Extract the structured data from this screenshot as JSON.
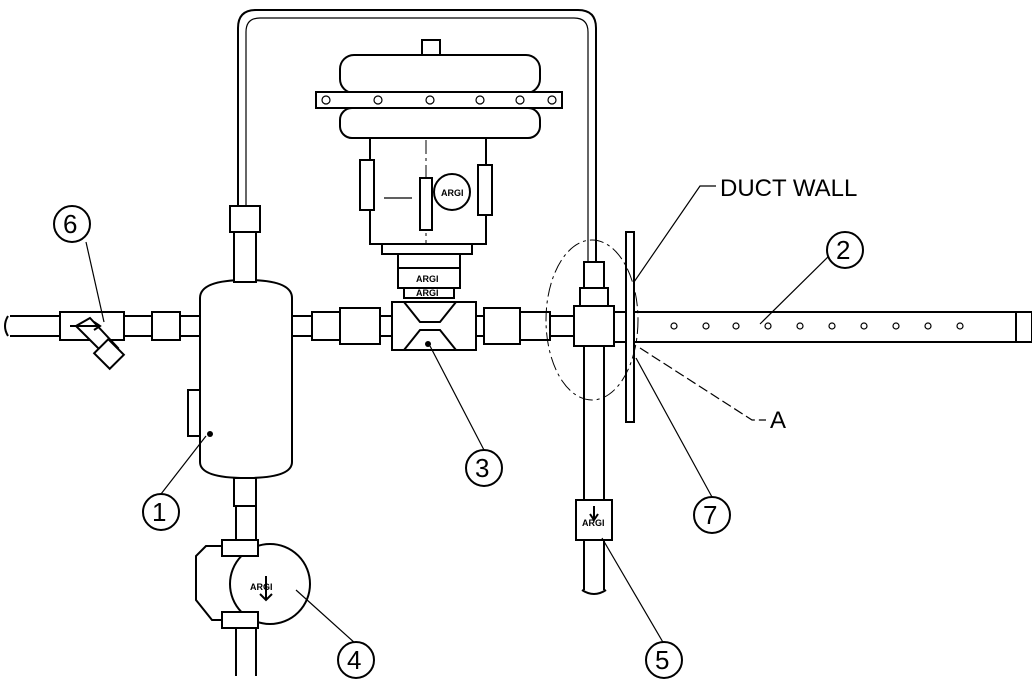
{
  "diagram": {
    "callouts": [
      {
        "id": "1",
        "label": "1"
      },
      {
        "id": "2",
        "label": "2"
      },
      {
        "id": "3",
        "label": "3"
      },
      {
        "id": "4",
        "label": "4"
      },
      {
        "id": "5",
        "label": "5"
      },
      {
        "id": "6",
        "label": "6"
      },
      {
        "id": "7",
        "label": "7"
      }
    ],
    "labels": {
      "duct_wall": "DUCT WALL",
      "detail_a": "A"
    },
    "brand_marks": {
      "actuator": "ARGI",
      "valve_body": "ARGI",
      "valve_body_2": "ARGI",
      "check_valve": "ARGI",
      "steam_trap": "ARGI"
    }
  }
}
